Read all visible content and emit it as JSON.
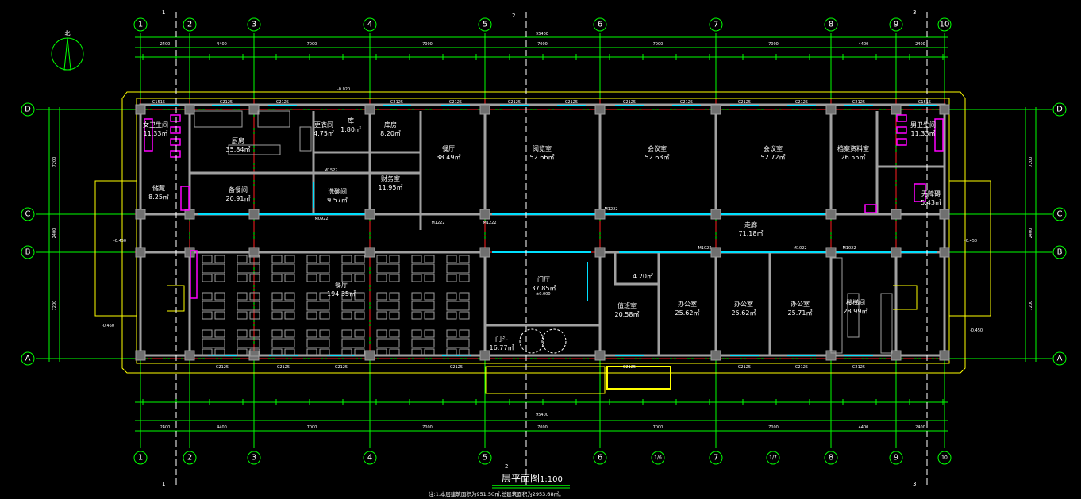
{
  "drawing": {
    "title": "一层平面图",
    "scale": "1:100",
    "note": "注:1.本层建筑面积为951.50㎡,总建筑面积为2953.68㎡。",
    "north_label": "北",
    "overall_dimension": "95400",
    "section_marks": [
      "1",
      "2",
      "3"
    ]
  },
  "axes": {
    "vertical": [
      "1",
      "2",
      "3",
      "4",
      "5",
      "6",
      "7",
      "8",
      "9",
      "10"
    ],
    "vertical_bottom": [
      "1",
      "2",
      "3",
      "4",
      "5",
      "6",
      "1/6",
      "7",
      "1/7",
      "8",
      "9",
      "10"
    ],
    "horizontal": [
      "D",
      "C",
      "B",
      "A"
    ]
  },
  "dimensions": {
    "axis_spacing": [
      "2400",
      "4400",
      "7000",
      "7000",
      "7000",
      "7000",
      "7000",
      "4400",
      "2400"
    ],
    "side": [
      "7200",
      "2400",
      "7200"
    ]
  },
  "rooms": [
    {
      "name": "女卫生间",
      "area": "11.33㎡"
    },
    {
      "name": "厨房",
      "area": "35.84㎡"
    },
    {
      "name": "更衣间",
      "area": "4.75㎡"
    },
    {
      "name": "库",
      "area": "1.80㎡"
    },
    {
      "name": "库房",
      "area": "8.20㎡"
    },
    {
      "name": "储藏",
      "area": "8.25㎡"
    },
    {
      "name": "备餐间",
      "area": "20.91㎡"
    },
    {
      "name": "洗碗间",
      "area": "9.57㎡"
    },
    {
      "name": "财务室",
      "area": "11.95㎡"
    },
    {
      "name": "餐厅",
      "area": "38.49㎡"
    },
    {
      "name": "阅览室",
      "area": "52.66㎡"
    },
    {
      "name": "会议室",
      "area": "52.63㎡"
    },
    {
      "name": "会议室",
      "area": "52.72㎡"
    },
    {
      "name": "档案资料室",
      "area": "26.55㎡"
    },
    {
      "name": "男卫生间",
      "area": "11.33㎡"
    },
    {
      "name": "无障碍",
      "area": "5.43㎡"
    },
    {
      "name": "走廊",
      "area": "71.18㎡"
    },
    {
      "name": "餐厅",
      "area": "194.35㎡"
    },
    {
      "name": "门厅",
      "area": "37.85㎡"
    },
    {
      "name": "门斗",
      "area": "16.77㎡"
    },
    {
      "name": "",
      "area": "4.20㎡"
    },
    {
      "name": "值班室",
      "area": "20.58㎡"
    },
    {
      "name": "办公室",
      "area": "25.62㎡"
    },
    {
      "name": "办公室",
      "area": "25.62㎡"
    },
    {
      "name": "办公室",
      "area": "25.71㎡"
    },
    {
      "name": "楼梯间",
      "area": "28.99㎡"
    }
  ],
  "windows": [
    "C1515",
    "C2125",
    "C2125",
    "C2125",
    "C2125",
    "C2125",
    "C2125",
    "C2125",
    "C2125",
    "C2125",
    "C2125",
    "C2125",
    "C1515"
  ],
  "windows_bottom": [
    "C2125",
    "C2125",
    "C2125",
    "C2125",
    "C2125",
    "C2125",
    "C2125",
    "C2125"
  ],
  "doors": [
    "M1222",
    "M1222",
    "M1222",
    "M1022",
    "M1022",
    "M1022",
    "M0922",
    "M1522"
  ],
  "elevations": [
    "±0.000",
    "-0.450",
    "-0.450",
    "-0.450",
    "-0.450",
    "-0.020"
  ],
  "colors": {
    "axis": "#00ff00",
    "wall": "#a0a0a0",
    "window": "#00e0ff",
    "outline": "#ffff00",
    "sanitary": "#ff00ff",
    "centerline": "#ff2020",
    "background": "#000000"
  }
}
